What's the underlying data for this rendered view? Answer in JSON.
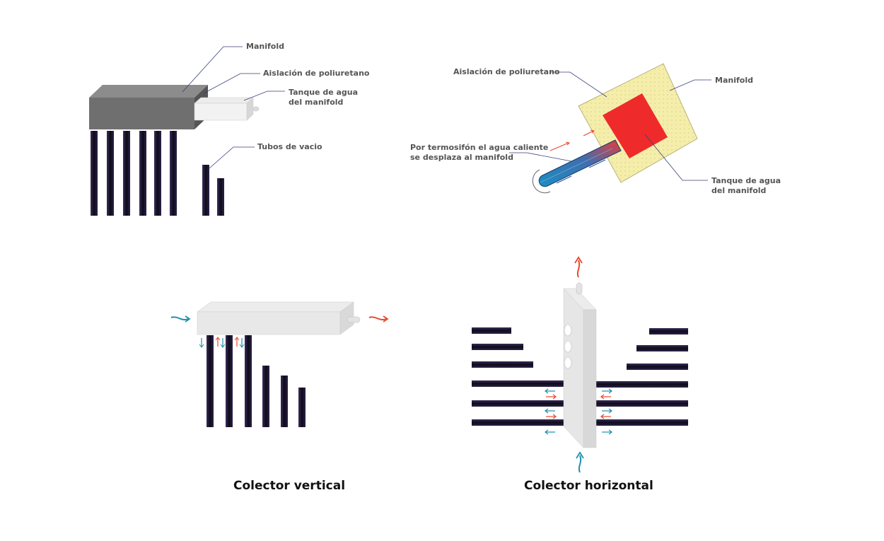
{
  "diagram_top_left": {
    "manifold_label": "Manifold",
    "insulation_label": "Aislación de poliuretano",
    "tank_label_line1": "Tanque de agua",
    "tank_label_line2": "del manifold",
    "tubes_label": "Tubos de vacio"
  },
  "diagram_top_right": {
    "insulation_label": "Aislación de poliuretano",
    "manifold_label": "Manifold",
    "thermosiphon_line1": "Por termosifón el agua caliente",
    "thermosiphon_line2": "se desplaza al manifold",
    "tank_label_line1": "Tanque de agua",
    "tank_label_line2": "del manifold"
  },
  "captions": {
    "vertical": "Colector vertical",
    "horizontal": "Colector horizontal"
  },
  "colors": {
    "cold": "#1f8fae",
    "hot": "#e8482c",
    "tube": "#1a1430",
    "manifold_gray": "#6f6f6f",
    "insulation": "#f4eeaa",
    "tank_red": "#ee2a2a"
  }
}
